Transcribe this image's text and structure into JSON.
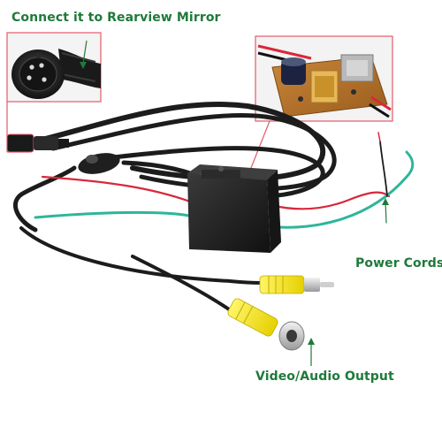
{
  "labels": {
    "connect_rearview_mirror": "Connect it to Rearview Mirror",
    "power_cords": "Power Cords",
    "video_audio_output": "Video/Audio Output"
  },
  "colors": {
    "label_text": "#1f7a3a",
    "callout_line": "#e45a6a",
    "cable": "#1c1c1c",
    "wire_red": "#d8283a",
    "wire_green": "#2fb59a",
    "rca_yellow": "#f2e21b",
    "fuse_box": "#1e1e1e"
  },
  "icons": {
    "connector_zoom": "connector-detail",
    "circuit_zoom": "circuit-board-detail"
  }
}
